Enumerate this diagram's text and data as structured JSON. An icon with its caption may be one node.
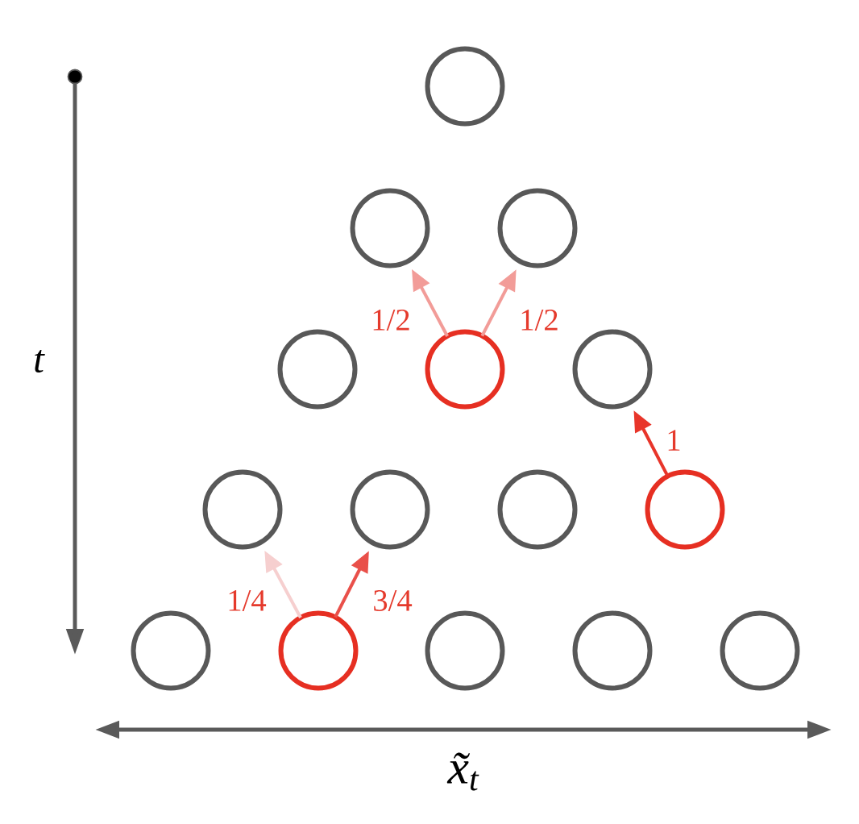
{
  "diagram": {
    "nodes": [
      {
        "text": [],
        "shape": "circle"
      },
      {
        "text": [],
        "shape": "circle"
      },
      {
        "text": [],
        "shape": "circle"
      },
      {
        "text": [],
        "shape": "circle"
      },
      {
        "text": [],
        "shape": "circle"
      },
      {
        "text": [],
        "shape": "circle"
      },
      {
        "text": [],
        "shape": "circle"
      },
      {
        "text": [],
        "shape": "circle"
      },
      {
        "text": [],
        "shape": "circle"
      },
      {
        "text": [],
        "shape": "circle"
      },
      {
        "text": [],
        "shape": "circle"
      },
      {
        "text": [],
        "shape": "circle"
      },
      {
        "text": [],
        "shape": "circle"
      },
      {
        "text": [],
        "shape": "circle"
      },
      {
        "text": [],
        "shape": "circle"
      }
    ],
    "edges": [
      {
        "from": 4,
        "to": 1,
        "arrow": "to",
        "label": "1/2",
        "color": "#f29c98"
      },
      {
        "from": 4,
        "to": 2,
        "arrow": "to",
        "label": "1/2",
        "color": "#f29c98"
      },
      {
        "from": 9,
        "to": 5,
        "arrow": "to",
        "label": "1",
        "color": "#e8352a"
      },
      {
        "from": 11,
        "to": 6,
        "arrow": "to",
        "label": "1/4",
        "color": "#f6cfcf"
      },
      {
        "from": 11,
        "to": 7,
        "arrow": "to",
        "label": "3/4",
        "color": "#e9504a"
      }
    ],
    "labels": [
      "t",
      "x̃$_{t}$"
    ]
  }
}
